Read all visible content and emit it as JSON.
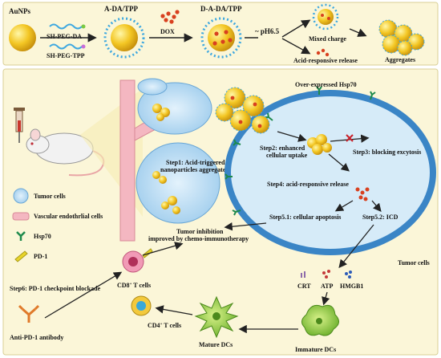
{
  "top_panel": {
    "aunps": "AuNPs",
    "sh_peg_da": "SH-PEG-DA",
    "sh_peg_tpp": "SH-PEG-TPP",
    "a_da_tpp": "A-DA/TPP",
    "dox": "DOX",
    "d_a_da_tpp": "D-A-DA/TPP",
    "ph": "~ pH6.5",
    "mixed_charge": "Mixed charge",
    "acid_release": "Acid-responsive release",
    "aggregates": "Aggregates"
  },
  "bottom_panel": {
    "overexpressed": "Over-expressed Hsp70",
    "step1_a": "Step1: Acid-triggered",
    "step1_b": "nanoparticles aggregates",
    "step2_a": "Step2: enhanced",
    "step2_b": "cellular uptake",
    "step3": "Step3: blocking excytosis",
    "step4": "Step4: acid-responsive release",
    "step51": "Step5.1: cellular apoptosis",
    "step52": "Step5.2: ICD",
    "tumor_inh_a": "Tumor inhibition",
    "tumor_inh_b": "improved by chemo-immunotherapy",
    "tumor_cells_label": "Tumor cells",
    "crt": "CRT",
    "atp": "ATP",
    "hmgb1": "HMGB1",
    "step6": "Step6: PD-1 checkpoint blockade",
    "cd8": "CD8",
    "cd4": "CD4",
    "plus": "+",
    "t_cells": " T cells",
    "anti_pd1": "Anti-PD-1 antibody",
    "mature": "Mature DCs",
    "immature": "Immature DCs"
  },
  "legend": {
    "tumor": "Tumor cells",
    "vascular": "Vascular endothrlial cells",
    "hsp70": "Hsp70",
    "pd1": "PD-1"
  }
}
